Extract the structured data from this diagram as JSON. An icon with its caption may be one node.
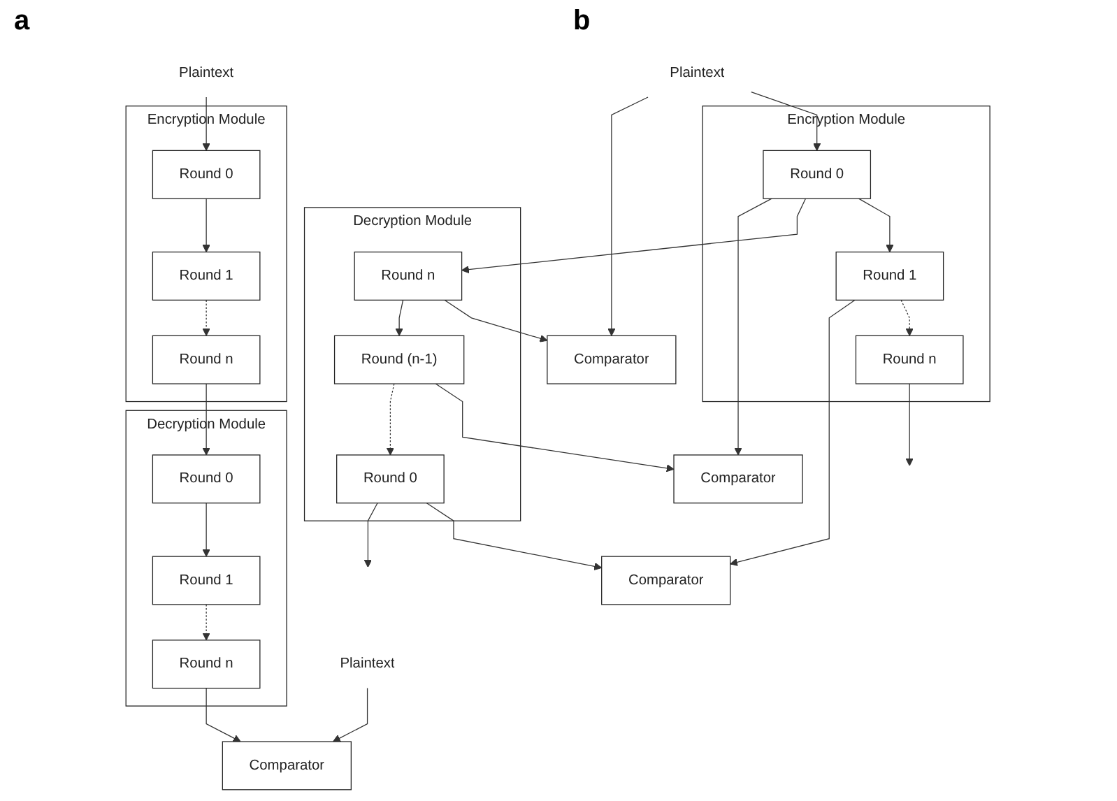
{
  "diagram": {
    "nodes": [
      {
        "text": [
          "Plaintext"
        ]
      },
      {
        "text": [
          "Encryption Module"
        ]
      },
      {
        "text": [
          "Round 0"
        ],
        "in": 1
      },
      {
        "text": [
          "Round 1"
        ],
        "in": 1
      },
      {
        "text": [
          "Round n"
        ],
        "in": 1
      },
      {
        "text": [
          "Decryption Module"
        ]
      },
      {
        "text": [
          "Round 0"
        ],
        "in": 5
      },
      {
        "text": [
          "Round 1"
        ],
        "in": 5
      },
      {
        "text": [
          "Round n"
        ],
        "in": 5
      },
      {
        "text": [
          "Plaintext"
        ]
      },
      {
        "text": [
          "Comparator"
        ]
      },
      {
        "text": [
          "Plaintext"
        ]
      },
      {
        "text": [
          "Encryption Module"
        ]
      },
      {
        "text": [
          "Round 0"
        ],
        "in": 12
      },
      {
        "text": [
          "Round 1"
        ],
        "in": 12
      },
      {
        "text": [
          "Round n"
        ],
        "in": 12
      },
      {
        "text": [
          "Decryption Module"
        ]
      },
      {
        "text": [
          "Round n"
        ],
        "in": 16
      },
      {
        "text": [
          "Round (n-1)"
        ],
        "in": 16
      },
      {
        "text": [
          "Round 0"
        ],
        "in": 16
      },
      {
        "text": [
          "Comparator"
        ]
      },
      {
        "text": [
          "Comparator"
        ]
      },
      {
        "text": [
          "Comparator"
        ]
      }
    ],
    "edges": [
      {
        "from": 0,
        "to": 2,
        "arrow": "to"
      },
      {
        "from": 2,
        "to": 3,
        "arrow": "to"
      },
      {
        "from": 3,
        "to": 4,
        "arrow": "to",
        "style": "dashed"
      },
      {
        "from": 4,
        "to": 6,
        "arrow": "to"
      },
      {
        "from": 6,
        "to": 7,
        "arrow": "to"
      },
      {
        "from": 7,
        "to": 8,
        "arrow": "to",
        "style": "dashed"
      },
      {
        "from": 8,
        "to": 10,
        "arrow": "to"
      },
      {
        "from": 9,
        "to": 10,
        "arrow": "to"
      },
      {
        "from": 11,
        "to": 13,
        "arrow": "to"
      },
      {
        "from": 11,
        "to": 20,
        "arrow": "to"
      },
      {
        "from": 13,
        "to": 14,
        "arrow": "to"
      },
      {
        "from": 13,
        "to": 17,
        "arrow": "to"
      },
      {
        "from": 13,
        "to": 21,
        "arrow": "to"
      },
      {
        "from": 17,
        "to": 20,
        "arrow": "to"
      },
      {
        "from": 17,
        "to": 18,
        "arrow": "to"
      },
      {
        "from": 18,
        "to": 21,
        "arrow": "to"
      },
      {
        "from": 14,
        "to": 15,
        "arrow": "to",
        "style": "dashed"
      },
      {
        "from": 14,
        "to": 22,
        "arrow": "to"
      },
      {
        "from": 18,
        "to": 19,
        "arrow": "to",
        "style": "dashed"
      },
      {
        "from": 19,
        "to": 22,
        "arrow": "to"
      },
      {
        "from": 15,
        "to": null,
        "arrow": "to"
      },
      {
        "from": 19,
        "to": null,
        "arrow": "to"
      }
    ],
    "labels": [
      "a",
      "b"
    ]
  }
}
